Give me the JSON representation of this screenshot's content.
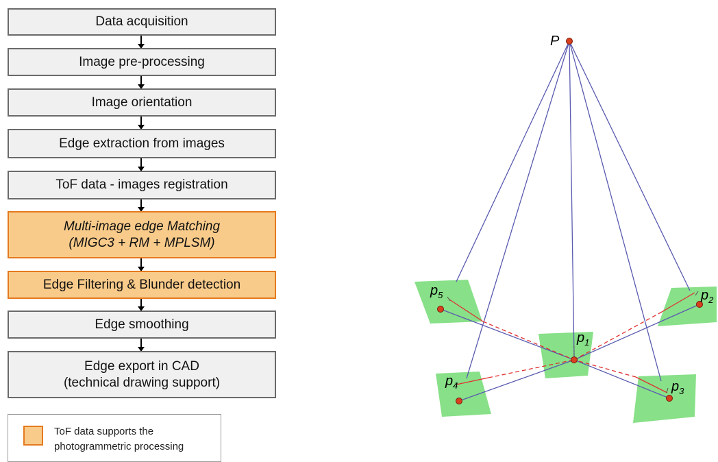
{
  "flowchart": {
    "steps": [
      {
        "label": "Data acquisition"
      },
      {
        "label": "Image pre-processing"
      },
      {
        "label": "Image orientation"
      },
      {
        "label": "Edge extraction from images"
      },
      {
        "label": "ToF data - images registration"
      },
      {
        "label": "Multi-image edge Matching",
        "label2": "(MIGC3 + RM + MPLSM)"
      },
      {
        "label": "Edge Filtering & Blunder detection"
      },
      {
        "label": "Edge smoothing"
      },
      {
        "label": "Edge export in CAD",
        "label2": "(technical drawing support)"
      }
    ]
  },
  "legend": {
    "text": "ToF data supports the photogrammetric processing",
    "swatch_color": "#f9cb8a",
    "swatch_border": "#e47a1e"
  },
  "geometry_figure": {
    "point_label": "P",
    "image_labels": [
      "p",
      "p",
      "p",
      "p",
      "p"
    ],
    "image_subscripts": [
      "1",
      "2",
      "3",
      "4",
      "5"
    ],
    "colors": {
      "plane": "#88e088",
      "ray": "#5a5ab0",
      "epipolar": "#e03030",
      "point": "#d8401e"
    }
  }
}
